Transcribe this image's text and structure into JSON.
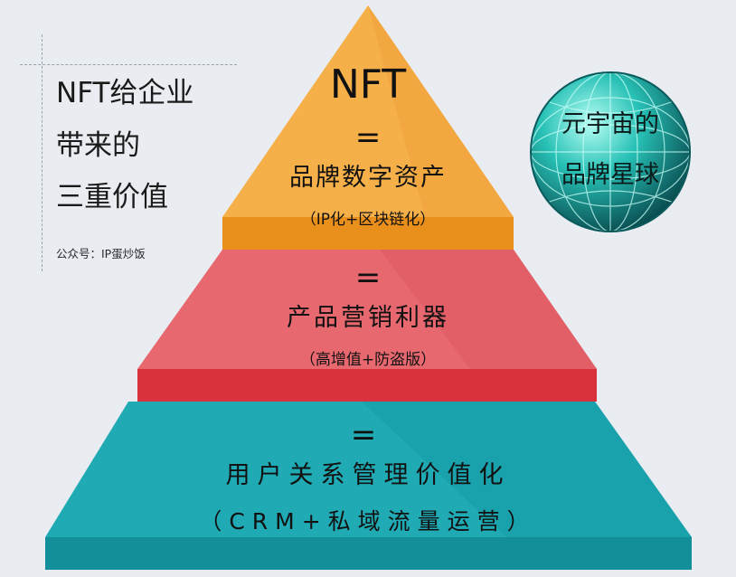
{
  "side": {
    "title_lines": [
      "NFT给企业",
      "带来的",
      "三重价值"
    ],
    "note": "公众号：IP蛋炒饭"
  },
  "tiers": {
    "top": {
      "title": "NFT",
      "eq": "=",
      "main": "品牌数字资产",
      "sub": "（IP化+区块链化）"
    },
    "middle": {
      "eq": "=",
      "main": "产品营销利器",
      "sub": "（高增值+防盗版）"
    },
    "bottom": {
      "eq": "=",
      "main": "用户关系管理价值化",
      "sub": "（CRM+私域流量运营）"
    }
  },
  "globe": {
    "lines": [
      "元宇宙的",
      "品牌星球"
    ]
  },
  "colors": {
    "top_face": "#f5b04a",
    "top_base": "#e88f1c",
    "middle_face": "#e86870",
    "middle_base": "#d9323c",
    "bottom_face": "#1faab4",
    "bottom_base": "#138f99",
    "globe": "#1fb4ac"
  }
}
